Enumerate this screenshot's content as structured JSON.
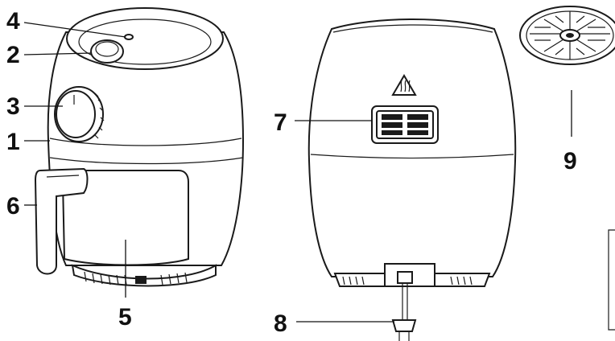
{
  "labels": {
    "top_indicator": "4",
    "top_button": "2",
    "dial": "3",
    "housing": "1",
    "handle": "6",
    "basket": "5",
    "air_outlet": "7",
    "power_plug": "8",
    "grill_plate": "9"
  },
  "colors": {
    "line": "#1a1a1a",
    "background": "#ffffff"
  },
  "icons": [
    "hot-surface-warning-icon"
  ]
}
